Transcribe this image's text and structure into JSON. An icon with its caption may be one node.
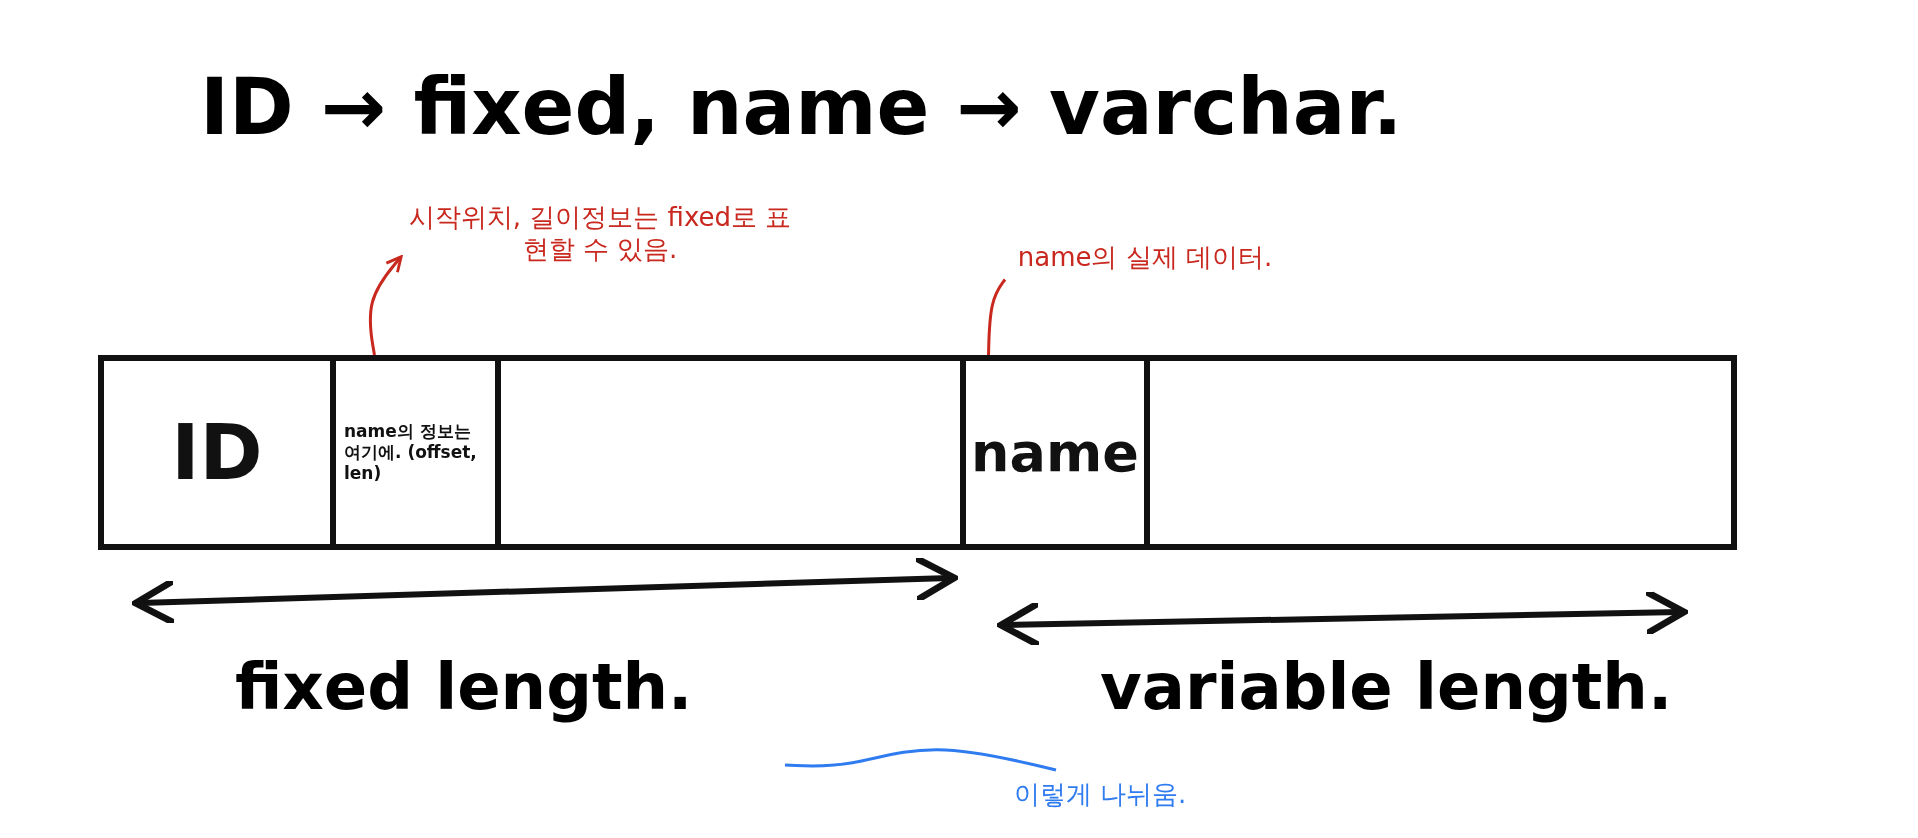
{
  "diagram": {
    "title": "ID → fixed, name → varchar.",
    "nodes": [
      {
        "text": [
          "ID"
        ]
      },
      {
        "text": [
          "name의 정보는 여기에. (offset, len)"
        ]
      },
      {
        "text": [],
        "shape": "box"
      },
      {
        "text": [
          "name"
        ]
      },
      {
        "text": [],
        "shape": "box"
      },
      {
        "text": [
          "시작위치, 길이정보는 fixed로 표현할 수 있음."
        ]
      },
      {
        "text": [
          "name의 실제 데이터."
        ]
      },
      {
        "text": [
          "이렇게 나뉘움."
        ]
      }
    ],
    "edges": [
      {
        "from": 1,
        "to": 5,
        "arrow": "to",
        "color": "#c8281e"
      },
      {
        "from": 6,
        "to": 3,
        "arrow": "none",
        "color": "#c8281e"
      },
      {
        "from": 7,
        "to": null,
        "arrow": "none",
        "color": "#2f7bf0"
      }
    ],
    "labels": [
      "fixed length.",
      "variable length."
    ]
  }
}
